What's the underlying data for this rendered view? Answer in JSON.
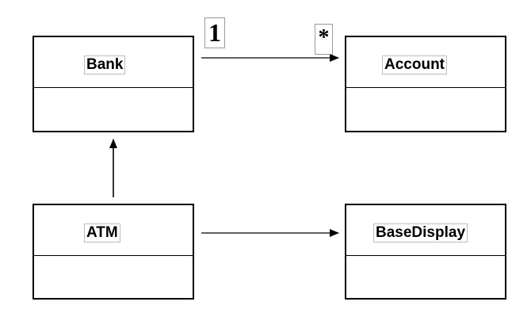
{
  "classes": {
    "bank": {
      "name": "Bank"
    },
    "account": {
      "name": "Account"
    },
    "atm": {
      "name": "ATM"
    },
    "base_display": {
      "name": "BaseDisplay"
    }
  },
  "associations": {
    "bank_account": {
      "source_multiplicity": "1",
      "target_multiplicity": "*"
    }
  }
}
